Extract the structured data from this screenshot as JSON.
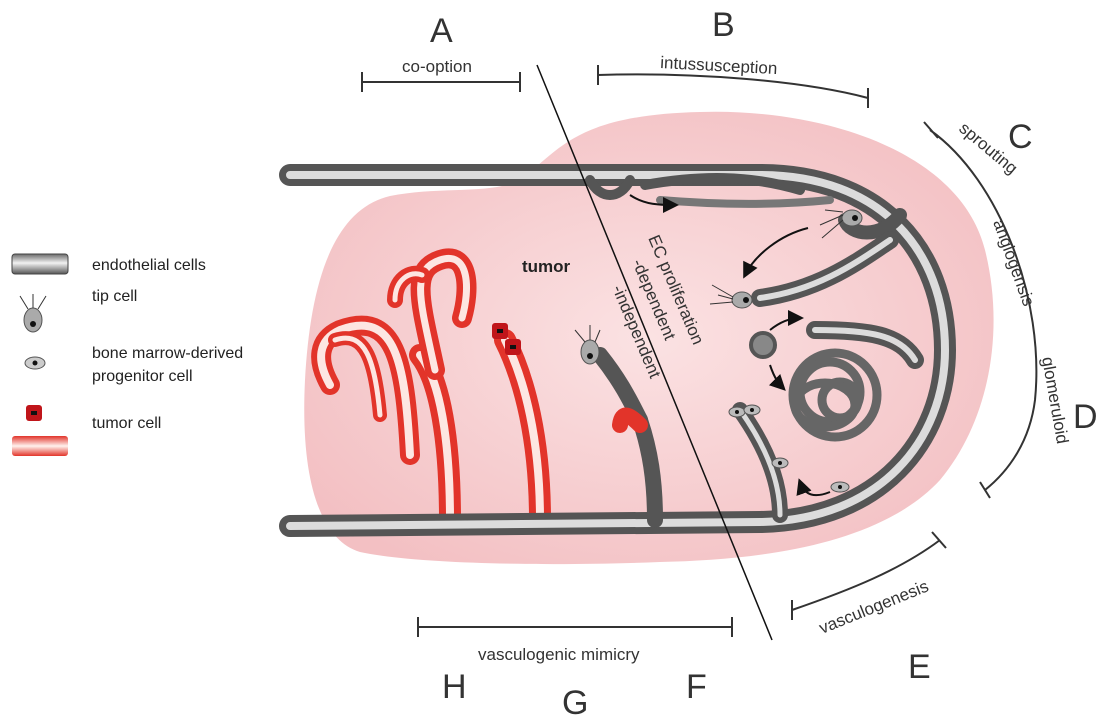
{
  "letters": {
    "a": "A",
    "b": "B",
    "c": "C",
    "d": "D",
    "e": "E",
    "f": "F",
    "g": "G",
    "h": "H"
  },
  "labels": {
    "co_option": "co-option",
    "intussusception": "intussusception",
    "sprouting": "sprouting",
    "angiogenesis": "angiogensis",
    "glomeruloid": "glomeruloid",
    "vasculogenesis": "vasculogenesis",
    "vasculogenic_mimicry": "vasculogenic mimicry",
    "tumor": "tumor",
    "ec_line1": "EC proliferation",
    "ec_line2": "-dependent",
    "ec_line3": "-independent"
  },
  "legend": {
    "endothelial": "endothelial cells",
    "tip_cell": "tip cell",
    "bone_marrow_1": "bone marrow-derived",
    "bone_marrow_2": "progenitor cell",
    "tumor_cell": "tumor cell"
  },
  "colors": {
    "tumor_fill": "#f6cdcf",
    "vessel_gray": "#8a8a8a",
    "tumor_red": "#e2342a"
  }
}
